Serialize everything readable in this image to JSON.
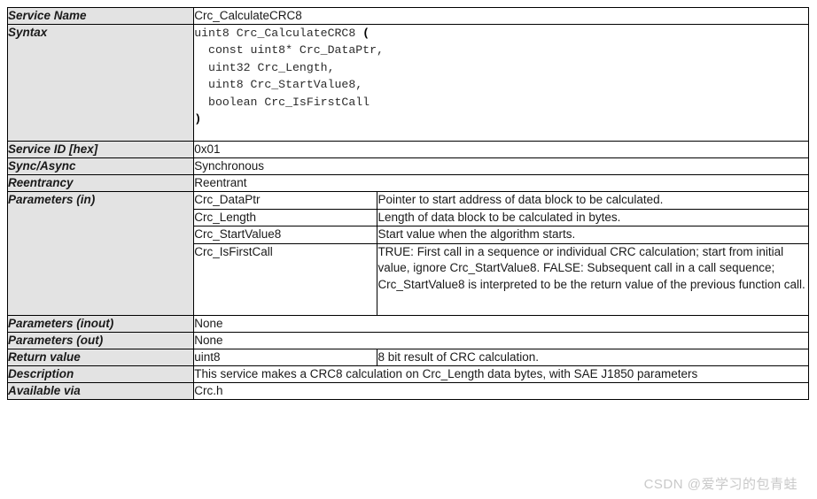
{
  "document": {
    "kind": "api-specification-table",
    "watermark": "CSDN @爱学习的包青蛙"
  },
  "colors": {
    "label_cell_background": "#e3e3e3",
    "value_cell_background": "#ffffff",
    "border": "#000000",
    "text": "#1a1a1a",
    "code_text": "#2b2b2b",
    "watermark": "#c9c9c9"
  },
  "rows": {
    "service_name": {
      "label": "Service Name",
      "value": "Crc_CalculateCRC8"
    },
    "syntax": {
      "label": "Syntax",
      "code_lines": [
        "uint8 Crc_CalculateCRC8 (",
        "  const uint8* Crc_DataPtr,",
        "  uint32 Crc_Length,",
        "  uint8 Crc_StartValue8,",
        "  boolean Crc_IsFirstCall",
        ")"
      ],
      "code_text": "uint8 Crc_CalculateCRC8 (\n  const uint8* Crc_DataPtr,\n  uint32 Crc_Length,\n  uint8 Crc_StartValue8,\n  boolean Crc_IsFirstCall\n)"
    },
    "service_id": {
      "label": "Service ID [hex]",
      "value": "0x01"
    },
    "sync_async": {
      "label": "Sync/Async",
      "value": "Synchronous"
    },
    "reentrancy": {
      "label": "Reentrancy",
      "value": "Reentrant"
    },
    "parameters_in": {
      "label": "Parameters (in)",
      "items": [
        {
          "name": "Crc_DataPtr",
          "description": "Pointer to start address of data block to be calculated."
        },
        {
          "name": "Crc_Length",
          "description": "Length of data block to be calculated in bytes."
        },
        {
          "name": "Crc_StartValue8",
          "description": "Start value when the algorithm starts."
        },
        {
          "name": "Crc_IsFirstCall",
          "description": "TRUE: First call in a sequence or individual CRC calculation; start from initial value, ignore Crc_StartValue8. FALSE: Subsequent call in a call sequence; Crc_StartValue8 is interpreted to be the return value of the previous function call."
        }
      ]
    },
    "parameters_inout": {
      "label": "Parameters (inout)",
      "value": "None"
    },
    "parameters_out": {
      "label": "Parameters (out)",
      "value": "None"
    },
    "return_value": {
      "label": "Return value",
      "type": "uint8",
      "description": "8 bit result of CRC calculation."
    },
    "description": {
      "label": "Description",
      "value": "This service makes a CRC8 calculation on Crc_Length data bytes, with SAE J1850 parameters"
    },
    "available_via": {
      "label": "Available via",
      "value": "Crc.h"
    }
  }
}
